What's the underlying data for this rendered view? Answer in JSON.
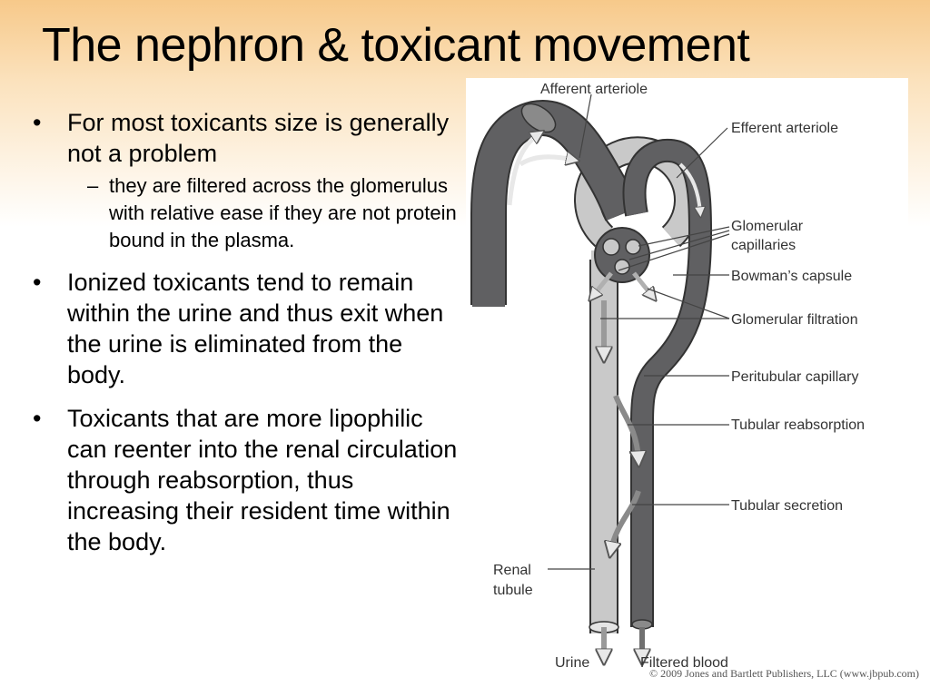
{
  "slide": {
    "title": "The nephron & toxicant movement",
    "bullet_symbol": "•",
    "sub_bullet_symbol": "–",
    "bullets": [
      {
        "text": "For most toxicants size is generally not a problem",
        "sub": "they are filtered across the glomerulus with relative ease if they are not protein bound in the plasma."
      },
      {
        "text": "Ionized toxicants tend to remain within the urine and thus exit when the urine is eliminated from the body."
      },
      {
        "text": "Toxicants that are more lipophilic can reenter into the renal circulation through reabsorption, thus increasing their resident time within the body."
      }
    ]
  },
  "diagram": {
    "labels": {
      "afferent": "Afferent arteriole",
      "efferent": "Efferent arteriole",
      "glomerular_1": "Glomerular",
      "glomerular_2": "capillaries",
      "bowmans": "Bowman’s capsule",
      "filtration": "Glomerular filtration",
      "peritubular": "Peritubular capillary",
      "reabsorption": "Tubular reabsorption",
      "secretion": "Tubular secretion",
      "renal_1": "Renal",
      "renal_2": "tubule",
      "urine": "Urine",
      "filtered_blood": "Filtered blood"
    },
    "colors": {
      "blood_vessel": "#606062",
      "tubule": "#c9c9c9",
      "outline": "#333333",
      "arrow_light": "#b0b0b0",
      "arrow_dark": "#707070"
    },
    "copyright": "© 2009 Jones and Bartlett Publishers, LLC (www.jbpub.com)"
  }
}
